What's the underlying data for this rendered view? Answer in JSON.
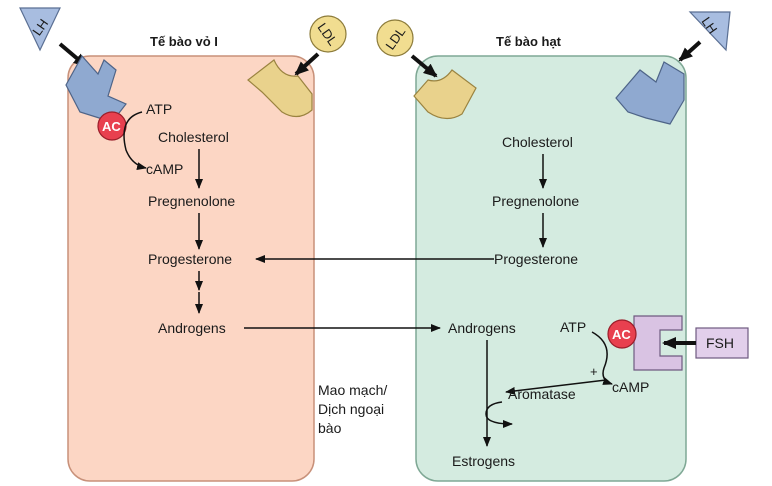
{
  "left_cell": {
    "title": "Tế bào vỏ I",
    "lh": "LH",
    "ldl": "LDL",
    "ac": "AC",
    "atp": "ATP",
    "camp": "cAMP",
    "cholesterol": "Cholesterol",
    "pregnenolone": "Pregnenolone",
    "progesterone": "Progesterone",
    "androgens": "Androgens"
  },
  "right_cell": {
    "title": "Tế bào hạt",
    "lh": "LH",
    "ldl": "LDL",
    "ac": "AC",
    "atp": "ATP",
    "camp": "cAMP",
    "fsh": "FSH",
    "plus": "+",
    "cholesterol": "Cholesterol",
    "pregnenolone": "Pregnenolone",
    "progesterone": "Progesterone",
    "androgens": "Androgens",
    "aromatase": "Aromatase",
    "estrogens": "Estrogens"
  },
  "interstitial": {
    "line1": "Mao mạch/",
    "line2": "Dịch ngoại",
    "line3": "bào"
  },
  "colors": {
    "theca_fill": "#fcd6c4",
    "granulosa_fill": "#d4ebe0",
    "lh_receptor": "#8fa9d0",
    "ldl_receptor": "#e9d28c",
    "fsh_receptor": "#d9c3e3",
    "ac_circle": "#e8404f"
  }
}
